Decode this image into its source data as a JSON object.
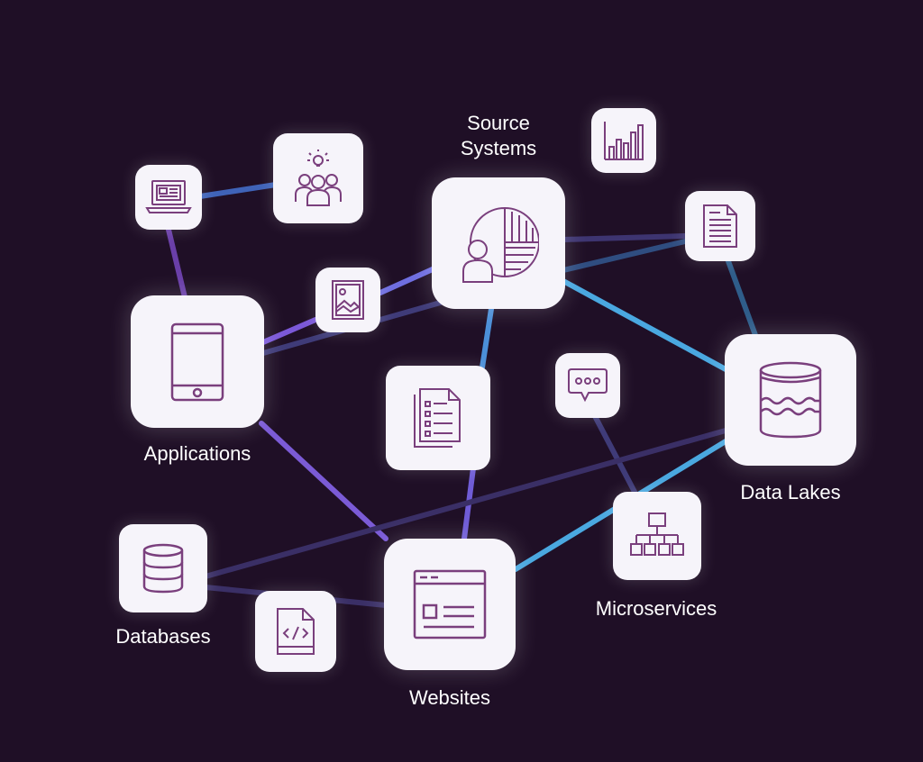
{
  "labels": {
    "source_systems_line1": "Source",
    "source_systems_line2": "Systems",
    "applications": "Applications",
    "data_lakes": "Data Lakes",
    "databases": "Databases",
    "websites": "Websites",
    "microservices": "Microservices"
  },
  "nodes": [
    {
      "id": "laptop",
      "icon": "laptop-icon"
    },
    {
      "id": "team",
      "icon": "team-idea-icon"
    },
    {
      "id": "source-systems",
      "icon": "person-pie-chart-icon"
    },
    {
      "id": "bar-chart",
      "icon": "bar-chart-icon"
    },
    {
      "id": "document",
      "icon": "document-icon"
    },
    {
      "id": "image",
      "icon": "image-icon"
    },
    {
      "id": "applications",
      "icon": "tablet-icon"
    },
    {
      "id": "checklist",
      "icon": "checklist-icon"
    },
    {
      "id": "chat",
      "icon": "chat-bubble-icon"
    },
    {
      "id": "data-lakes",
      "icon": "data-lake-cylinder-icon"
    },
    {
      "id": "databases",
      "icon": "database-icon"
    },
    {
      "id": "code-file",
      "icon": "code-file-icon"
    },
    {
      "id": "websites",
      "icon": "browser-window-icon"
    },
    {
      "id": "microservices",
      "icon": "hierarchy-icon"
    }
  ],
  "colors": {
    "background": "#1f0f26",
    "tile": "#f6f4fa",
    "icon": "#7a3f7d",
    "link_blue": "#4aa8e0",
    "link_purple": "#7b5bd6"
  }
}
